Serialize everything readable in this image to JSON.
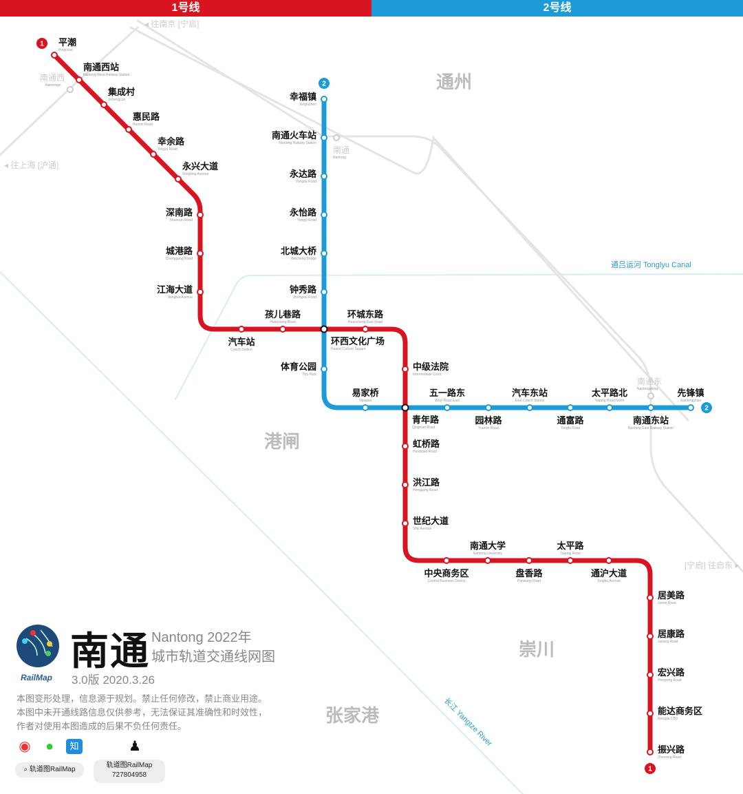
{
  "header": {
    "line1_label": "1号线",
    "line2_label": "2号线"
  },
  "colors": {
    "line1": "#d7141f",
    "line2": "#1d9bd8",
    "rail": "#e2e2e2",
    "canal": "#d6eef3"
  },
  "districts": [
    "通州",
    "港闸",
    "崇川",
    "张家港"
  ],
  "rail_labels": {
    "nanjing": "往南京",
    "nanjing_badge": "宁启",
    "shanghai": "往上海",
    "shanghai_badge": "沪通",
    "qidong": "往启东",
    "qidong_badge": "宁启",
    "nantongxi_cn": "南通西",
    "nantongxi_en": "Nantongxi",
    "nantong_cn": "南通",
    "nantong_en": "Nantong",
    "nantongdong_cn": "南通东",
    "nantongdong_en": "Nantongdong"
  },
  "water": {
    "canal": "通吕运河  Tonglyu Canal",
    "river": "长江  Yangtze River"
  },
  "line1": {
    "badge": "1",
    "stations": [
      {
        "cn": "平潮",
        "en": "Pingchao"
      },
      {
        "cn": "南通西站",
        "en": "Nantong West Railway Station"
      },
      {
        "cn": "集成村",
        "en": "Jichengcun"
      },
      {
        "cn": "惠民路",
        "en": "Huimin Road"
      },
      {
        "cn": "幸余路",
        "en": "Xingyu Road"
      },
      {
        "cn": "永兴大道",
        "en": "Yongxing Avenue"
      },
      {
        "cn": "深南路",
        "en": "Shennan Road"
      },
      {
        "cn": "城港路",
        "en": "Chenggang Road"
      },
      {
        "cn": "江海大道",
        "en": "Jianghai Avenue"
      },
      {
        "cn": "汽车站",
        "en": "Coach Station"
      },
      {
        "cn": "孩儿巷路",
        "en": "Haierxiang Road"
      },
      {
        "cn": "环西文化广场",
        "en": "Huanxi Culture Square",
        "interchange": true
      },
      {
        "cn": "环城东路",
        "en": "Huancheng East Road"
      },
      {
        "cn": "中级法院",
        "en": "Intermediate Court"
      },
      {
        "cn": "青年路",
        "en": "Qingnian Road",
        "interchange": true
      },
      {
        "cn": "虹桥路",
        "en": "Hongqiao Road"
      },
      {
        "cn": "洪江路",
        "en": "Hongjiang Road"
      },
      {
        "cn": "世纪大道",
        "en": "Shiji Avenue"
      },
      {
        "cn": "中央商务区",
        "en": "Central Business District"
      },
      {
        "cn": "南通大学",
        "en": "Nantong University"
      },
      {
        "cn": "盘香路",
        "en": "Panxiang Road"
      },
      {
        "cn": "太平路",
        "en": "Taiping Road"
      },
      {
        "cn": "通沪大道",
        "en": "Tonghu Avenue"
      },
      {
        "cn": "居美路",
        "en": "Jumei Road"
      },
      {
        "cn": "居康路",
        "en": "Jukang Road"
      },
      {
        "cn": "宏兴路",
        "en": "Hongxing Road"
      },
      {
        "cn": "能达商务区",
        "en": "Nengda CBD"
      },
      {
        "cn": "振兴路",
        "en": "Zhenxing Road"
      }
    ]
  },
  "line2": {
    "badge": "2",
    "stations": [
      {
        "cn": "幸福镇",
        "en": "Xingfuzhen"
      },
      {
        "cn": "南通火车站",
        "en": "Nantong Railway Station"
      },
      {
        "cn": "永达路",
        "en": "Yongda Road"
      },
      {
        "cn": "永怡路",
        "en": "Yongyi Road"
      },
      {
        "cn": "北城大桥",
        "en": "Beicheng Bridge"
      },
      {
        "cn": "钟秀路",
        "en": "Zhongxiu Road"
      },
      {
        "cn": "体育公园",
        "en": "Tiyu Park"
      },
      {
        "cn": "易家桥",
        "en": "Yijiaqiao"
      },
      {
        "cn": "五一路东",
        "en": "Wuyi Road East"
      },
      {
        "cn": "园林路",
        "en": "Yuanlin Road"
      },
      {
        "cn": "汽车东站",
        "en": "East Coach Station"
      },
      {
        "cn": "通富路",
        "en": "Tongfu Road"
      },
      {
        "cn": "太平路北",
        "en": "Taiping Road North"
      },
      {
        "cn": "南通东站",
        "en": "Nantong East Railway Station"
      },
      {
        "cn": "先锋镇",
        "en": "Xianfengzhen"
      }
    ]
  },
  "legend": {
    "city": "南通",
    "title_en_year": "Nantong    2022年",
    "subtitle": "城市轨道交通线网图",
    "version": "3.0版    2020.3.26",
    "brand": "RailMap",
    "notes": [
      "本图变形处理，信息源于规划。禁止任何修改，禁止商业用途。",
      "本图中未开通线路信息仅供参考，无法保证其准确性和时效性，",
      "作者对使用本图造成的后果不负任何责任。"
    ],
    "zhihu": "知",
    "search_label": "轨道图RailMap",
    "qq_name": "轨道图RailMap",
    "qq_number": "727804958"
  }
}
